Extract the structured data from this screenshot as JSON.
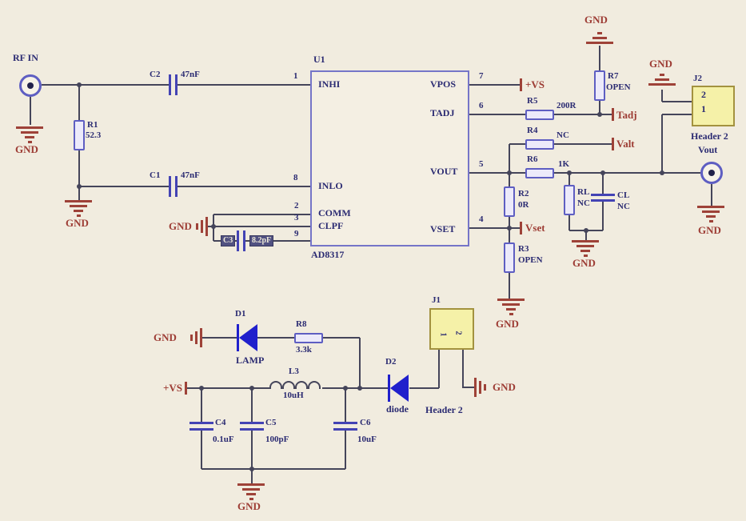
{
  "ic": {
    "ref": "U1",
    "part": "AD8317",
    "pin_names": {
      "inhi": "INHI",
      "inlo": "INLO",
      "comm": "COMM",
      "clpf": "CLPF",
      "vpos": "VPOS",
      "tadj": "TADJ",
      "vout": "VOUT",
      "vset": "VSET"
    },
    "pin_nums": {
      "n1": "1",
      "n2": "2",
      "n3": "3",
      "n4": "4",
      "n5": "5",
      "n6": "6",
      "n7": "7",
      "n8": "8",
      "n9": "9"
    }
  },
  "components": {
    "r1": {
      "ref": "R1",
      "value": "52.3"
    },
    "r2": {
      "ref": "R2",
      "value": "0R"
    },
    "r3": {
      "ref": "R3",
      "value": "OPEN"
    },
    "r4": {
      "ref": "R4",
      "value": "NC"
    },
    "r5": {
      "ref": "R5",
      "value": "200R"
    },
    "r6": {
      "ref": "R6",
      "value": "1K"
    },
    "r7": {
      "ref": "R7",
      "value": "OPEN"
    },
    "r8": {
      "ref": "R8",
      "value": "3.3k"
    },
    "rl": {
      "ref": "RL",
      "value": "NC"
    },
    "cl": {
      "ref": "CL",
      "value": "NC"
    },
    "c1": {
      "ref": "C1",
      "value": "47nF"
    },
    "c2": {
      "ref": "C2",
      "value": "47nF"
    },
    "c3": {
      "ref": "C3",
      "value": "8.2pF"
    },
    "c4": {
      "ref": "C4",
      "value": "0.1uF"
    },
    "c5": {
      "ref": "C5",
      "value": "100pF"
    },
    "c6": {
      "ref": "C6",
      "value": "10uF"
    },
    "l3": {
      "ref": "L3",
      "value": "10uH"
    },
    "d1": {
      "ref": "D1",
      "value": "LAMP"
    },
    "d2": {
      "ref": "D2",
      "value": "diode"
    },
    "j1": {
      "ref": "J1",
      "type": "Header 2",
      "pin1": "1",
      "pin2": "2"
    },
    "j2": {
      "ref": "J2",
      "type": "Header 2",
      "pin1": "1",
      "pin2": "2",
      "net": "Vout"
    }
  },
  "ports": {
    "rf_in": "RF IN",
    "gnd": "GND",
    "vs": "+VS",
    "tadj": "Tadj",
    "valt": "Valt",
    "vset": "Vset",
    "vout": "Vout"
  },
  "colors": {
    "background": "#f1ecdf",
    "wire": "#45455a",
    "component_outline": "#5e5ec2",
    "ground_symbol": "#9e4238",
    "designator_text": "#2b2b72",
    "port_text": "#9d3c34",
    "header_fill": "#f5f1a8",
    "diode_fill": "#2020cc"
  }
}
